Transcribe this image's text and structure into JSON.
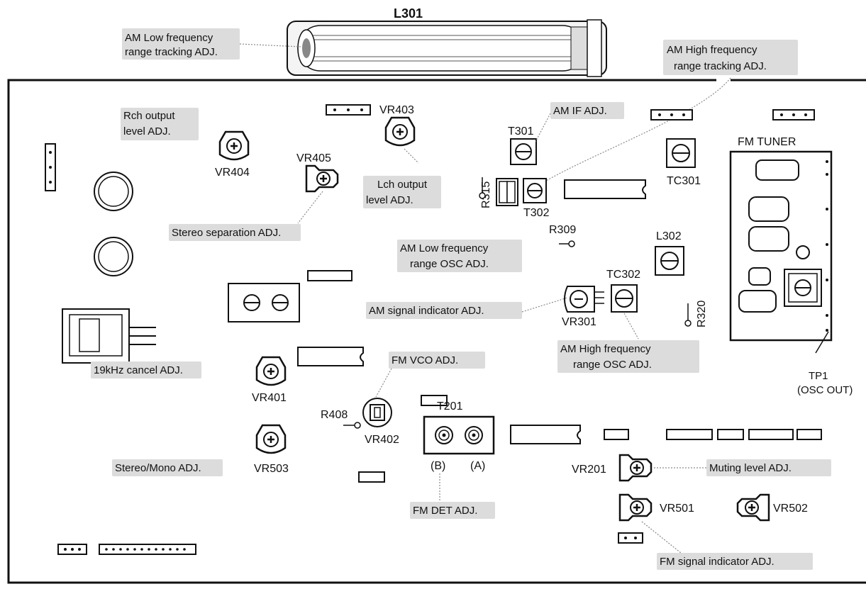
{
  "coil": {
    "ref": "L301",
    "low_label": [
      "AM Low frequency",
      "range tracking ADJ."
    ],
    "high_label": [
      "AM High frequency",
      "range tracking ADJ."
    ]
  },
  "adjustments": {
    "rch_output": [
      "Rch output",
      "level ADJ."
    ],
    "lch_output": [
      "Lch output",
      "level ADJ."
    ],
    "stereo_separation": [
      "Stereo separation ADJ."
    ],
    "am_if": [
      "AM IF ADJ."
    ],
    "am_low_osc": [
      "AM Low frequency",
      "range OSC ADJ."
    ],
    "am_signal_indicator": [
      "AM signal indicator ADJ."
    ],
    "am_high_osc": [
      "AM High frequency",
      "range OSC ADJ."
    ],
    "cancel_19khz": [
      "19kHz cancel ADJ."
    ],
    "fm_vco": [
      "FM VCO ADJ."
    ],
    "stereo_mono": [
      "Stereo/Mono ADJ."
    ],
    "fm_det": [
      "FM DET ADJ."
    ],
    "muting_level": [
      "Muting level ADJ."
    ],
    "fm_signal_indicator": [
      "FM signal indicator ADJ."
    ]
  },
  "components": {
    "vr403": "VR403",
    "vr404": "VR404",
    "vr405": "VR405",
    "t301": "T301",
    "t302": "T302",
    "r315": "R315",
    "tc301": "TC301",
    "fm_tuner": "FM TUNER",
    "r309": "R309",
    "l302": "L302",
    "tc302": "TC302",
    "vr301": "VR301",
    "r320": "R320",
    "vr401": "VR401",
    "r408": "R408",
    "vr402": "VR402",
    "t201": "T201",
    "t201_b": "(B)",
    "t201_a": "(A)",
    "vr503": "VR503",
    "vr201": "VR201",
    "vr501": "VR501",
    "vr502": "VR502",
    "tp1": [
      "TP1",
      "(OSC OUT)"
    ]
  }
}
